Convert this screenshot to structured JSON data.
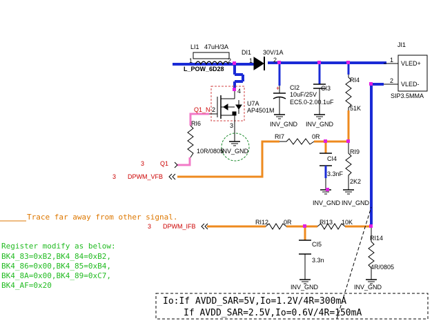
{
  "components": {
    "inductor": {
      "ref": "LI1",
      "value": "47uH/3A",
      "footprint": "L_POW_6D28"
    },
    "diode": {
      "ref": "DI1",
      "value": "30V/1A"
    },
    "mosfet": {
      "ref": "U7A",
      "value": "AP4501M",
      "net": "Q1_N"
    },
    "cap_bulk": {
      "ref": "CI2",
      "value": "10uF/25V"
    },
    "cap_ec": {
      "ref": "CI3",
      "value": "EC5.0-2.00.1uF"
    },
    "connector": {
      "ref": "JI1",
      "pin1": "VLED+",
      "pin2": "VLED-",
      "part": "SIP3.5MMA",
      "pin1_num": "1",
      "pin2_num": "2"
    },
    "r_gate": {
      "ref": "RI6",
      "value": "10R/0805"
    },
    "r_top": {
      "ref": "RI4",
      "value": "51K"
    },
    "r_vfb": {
      "ref": "RI7",
      "value": "0R"
    },
    "cap_vfb": {
      "ref": "CI4",
      "value": "3.3nF"
    },
    "r_bottom": {
      "ref": "RI9",
      "value": "2K2"
    },
    "r_ifb1": {
      "ref": "RI12",
      "value": "0R"
    },
    "r_ifb2": {
      "ref": "RI13",
      "value": "10K"
    },
    "cap_ifb": {
      "ref": "CI5",
      "value": "3.3n"
    },
    "r_sense": {
      "ref": "RI14",
      "value": "4R/0805"
    }
  },
  "nets": {
    "q1": {
      "label": "Q1",
      "sheet": "3"
    },
    "vfb": {
      "label": "DPWM_VFB",
      "sheet": "3"
    },
    "ifb": {
      "label": "DPWM_IFB",
      "sheet": "3"
    },
    "gnd": "INV_GND"
  },
  "pins": {
    "inductor_1": "1",
    "inductor_2": "2",
    "diode_1": "1",
    "diode_2": "2",
    "fet_2": "2",
    "fet_3": "3",
    "fet_4": "4",
    "plus": "+"
  },
  "notes": {
    "trace": "Trace far away from other signal.",
    "register_title": "Register modify as below:",
    "register_lines": [
      "BK4_83=0xB2,BK4_84=0xB2,",
      "BK4_86=0x00,BK4_85=0xB4,",
      "BK4_8A=0x00,BK4_89=0xC7,",
      "BK4_AF=0x20"
    ],
    "io_line1": "Io:If AVDD_SAR=5V,Io=1.2V/4R=300mA",
    "io_line2": "If AVDD_SAR=2.5V,Io=0.6V/4R=150mA"
  },
  "colors": {
    "power_trace": "#1a2bd6",
    "feedback_trace": "#ee8a1e",
    "gate_trace": "#f27ac7",
    "wire": "#000000",
    "component": "#000000",
    "gnd_net": "#1a8a2a",
    "label_red": "#cc0000",
    "note_orange": "#dd7700",
    "note_green": "#22bb22",
    "junction": "#e020e0"
  }
}
